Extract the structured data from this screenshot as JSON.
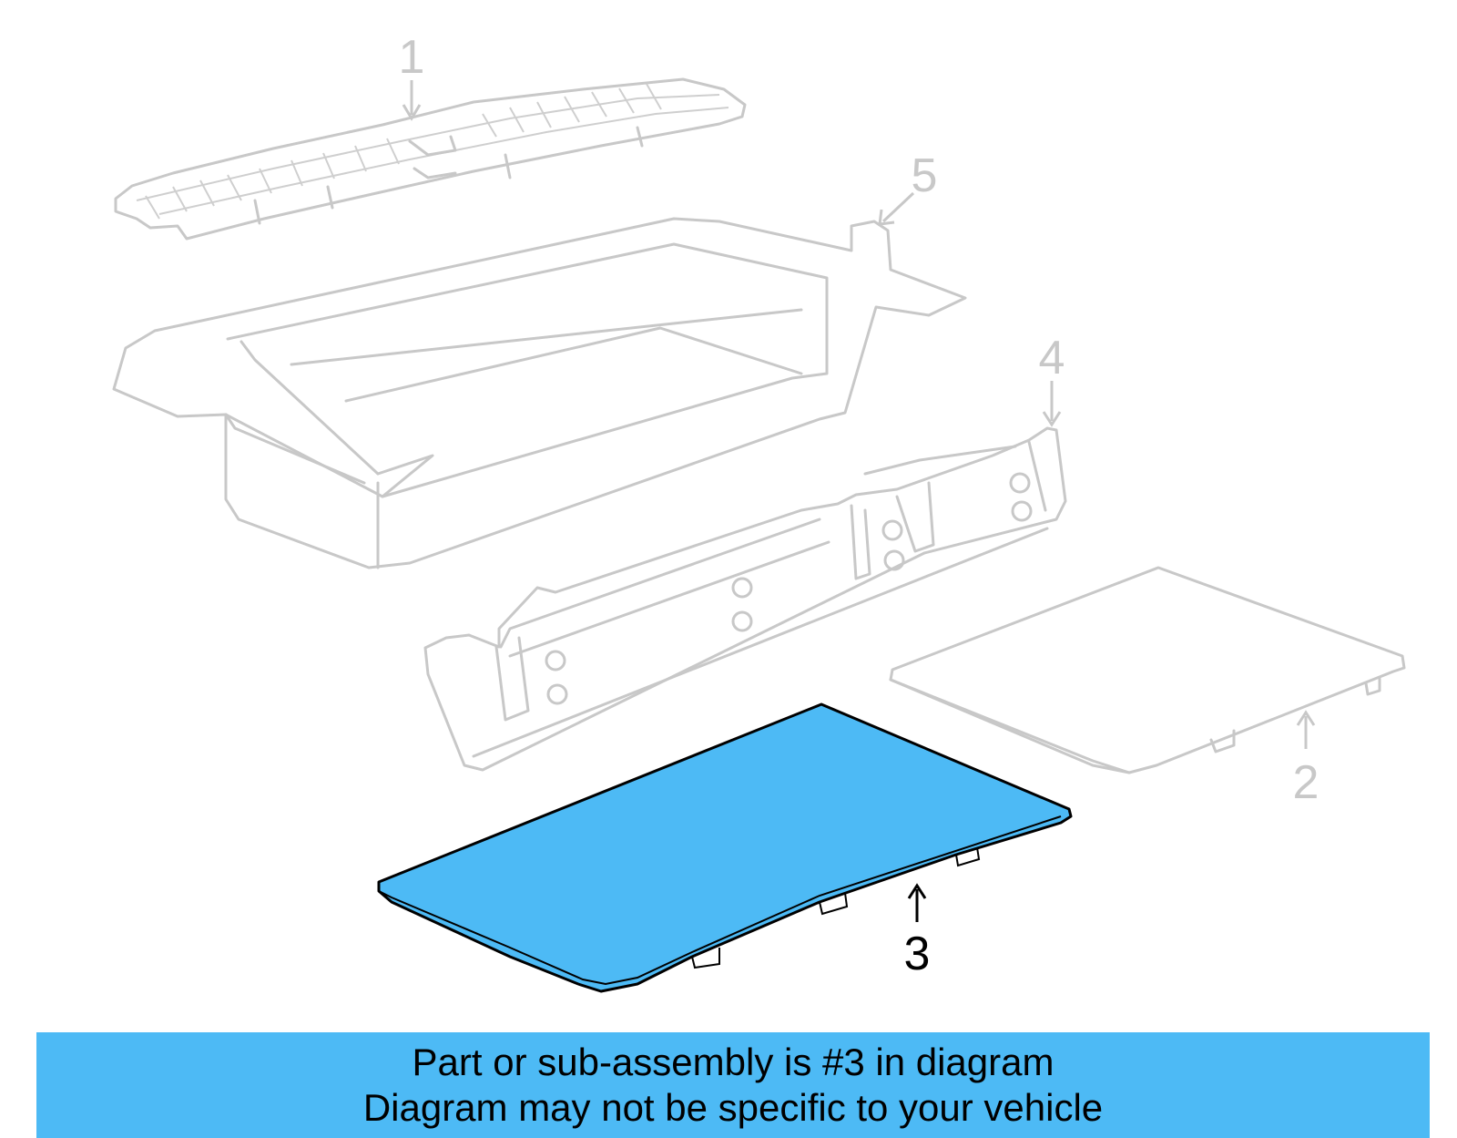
{
  "callouts": {
    "c1": "1",
    "c2": "2",
    "c3": "3",
    "c4": "4",
    "c5": "5"
  },
  "highlight_color": "#4dbaf5",
  "ghost_color": "#c8c8c8",
  "caption": {
    "line1": "Part or sub-assembly is #3 in diagram",
    "line2": "Diagram may not be specific to your vehicle"
  }
}
